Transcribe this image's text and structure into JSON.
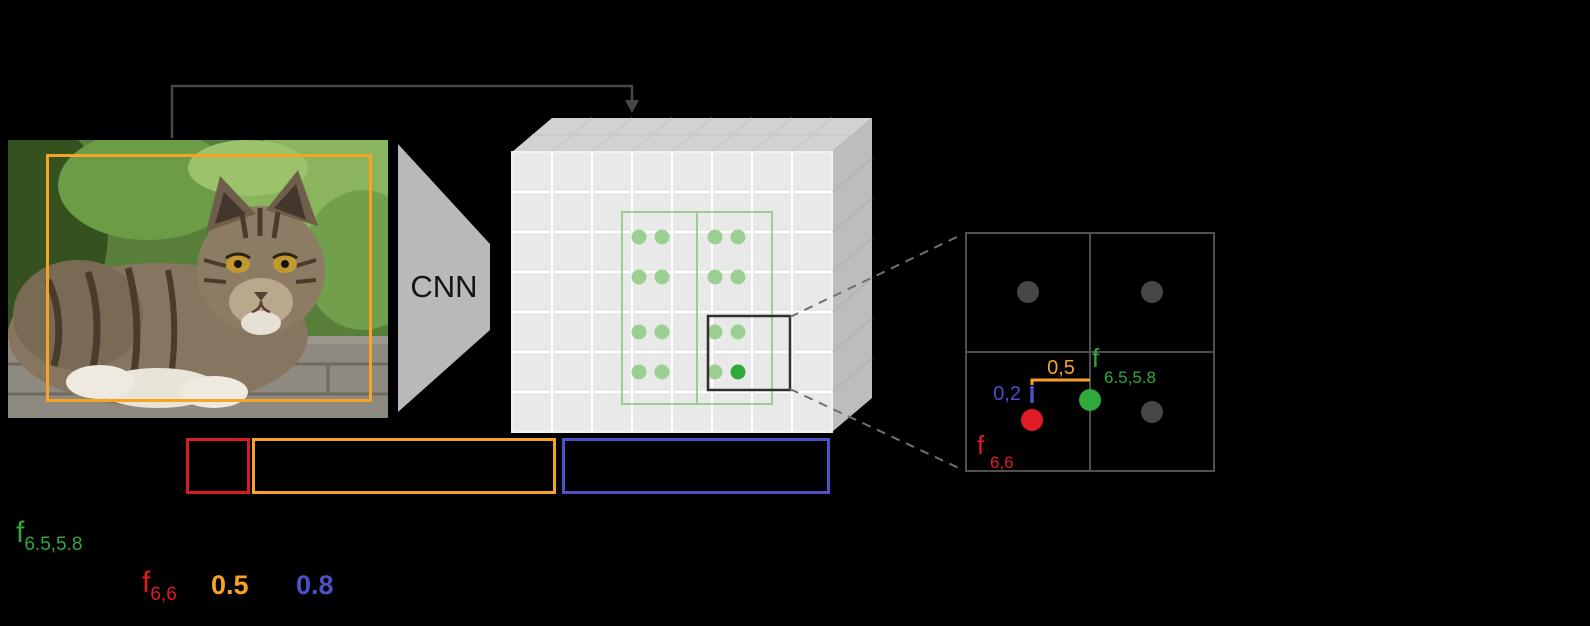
{
  "figure": {
    "cnn_label": "CNN",
    "zoom": {
      "dx_label": "0,5",
      "dy_label": "0,2",
      "sample_point_label_base": "f",
      "sample_point_label_sub": "6.5,5.8",
      "corner_point_label_base": "f",
      "corner_point_label_sub": "6,6"
    },
    "caption": {
      "line1_f_base": "f",
      "line1_f_sub": "6.5,5.8",
      "line2_f_base": "f",
      "line2_f_sub": "6,6",
      "line2_value_orange": "0.5",
      "line2_value_blue": "0.8"
    }
  },
  "colors": {
    "orange": "#F7A325",
    "red": "#E01B24",
    "blue": "#4B52C7",
    "green_dark": "#2FA83C",
    "green_light": "#9CCF92",
    "gray_dot": "#474747"
  },
  "feature_map": {
    "grid_cols": 8,
    "grid_rows": 7,
    "sampling_cols": [
      134,
      157,
      210,
      233
    ],
    "sampling_rows": [
      121,
      161,
      216,
      256
    ],
    "highlight": [
      3,
      3
    ]
  },
  "icons": {
    "flow_arrow": "down-arrow",
    "zoom_connectors": "dashed-connector-lines"
  }
}
